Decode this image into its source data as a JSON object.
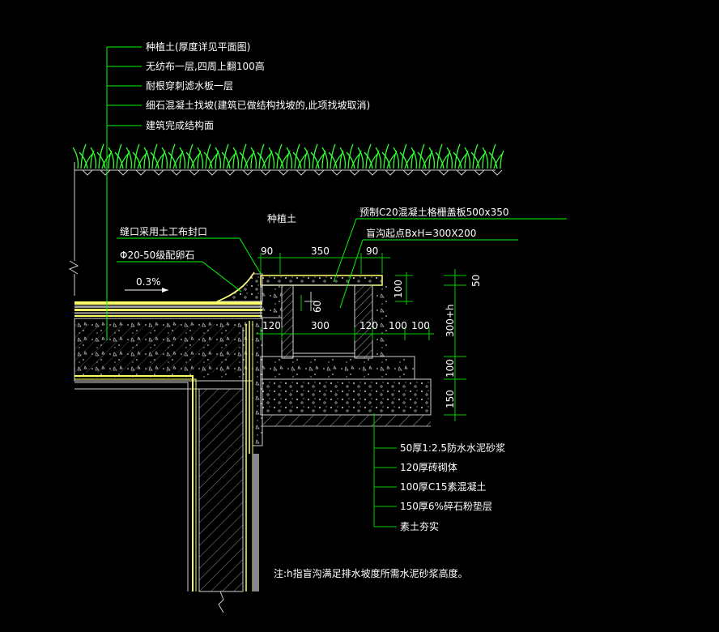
{
  "colors": {
    "background": "#000000",
    "leader": "#00ff00",
    "text": "#ffffff",
    "concrete": "#c8c8c8",
    "hatch": "#9a9a9a",
    "membrane": "#ffff66",
    "grass": "#33ff33",
    "dimension": "#00cc00"
  },
  "top_labels": [
    "种植土(厚度详见平面图)",
    "无纺布一层,四周上翻100高",
    "耐根穿刺滤水板一层",
    "细石混凝土找坡(建筑已做结构找坡的,此项找坡取消)",
    "建筑完成结构面"
  ],
  "mid_labels": {
    "planting_soil": "种植土",
    "cover": "预制C20混凝土格栅盖板500x350",
    "trench_start": "盲沟起点BxH=300X200",
    "seam": "缝口采用土工布封口",
    "gravel": "Φ20-50级配卵石",
    "slope": "0.3%"
  },
  "dimensions": {
    "d90a": "90",
    "d350": "350",
    "d90b": "90",
    "d100v": "100",
    "d60": "60",
    "d120a": "120",
    "d300": "300",
    "d120b": "120",
    "d100a": "100",
    "d100b": "100",
    "d50": "50",
    "d300h": "300+h",
    "d100r": "100",
    "d150": "150"
  },
  "bottom_labels": [
    "50厚1:2.5防水水泥砂浆",
    "120厚砖砌体",
    "100厚C15素混凝土",
    "150厚6%碎石粉垫层",
    "素土夯实"
  ],
  "footnote": "注:h指盲沟满足排水坡度所需水泥砂浆高度。"
}
